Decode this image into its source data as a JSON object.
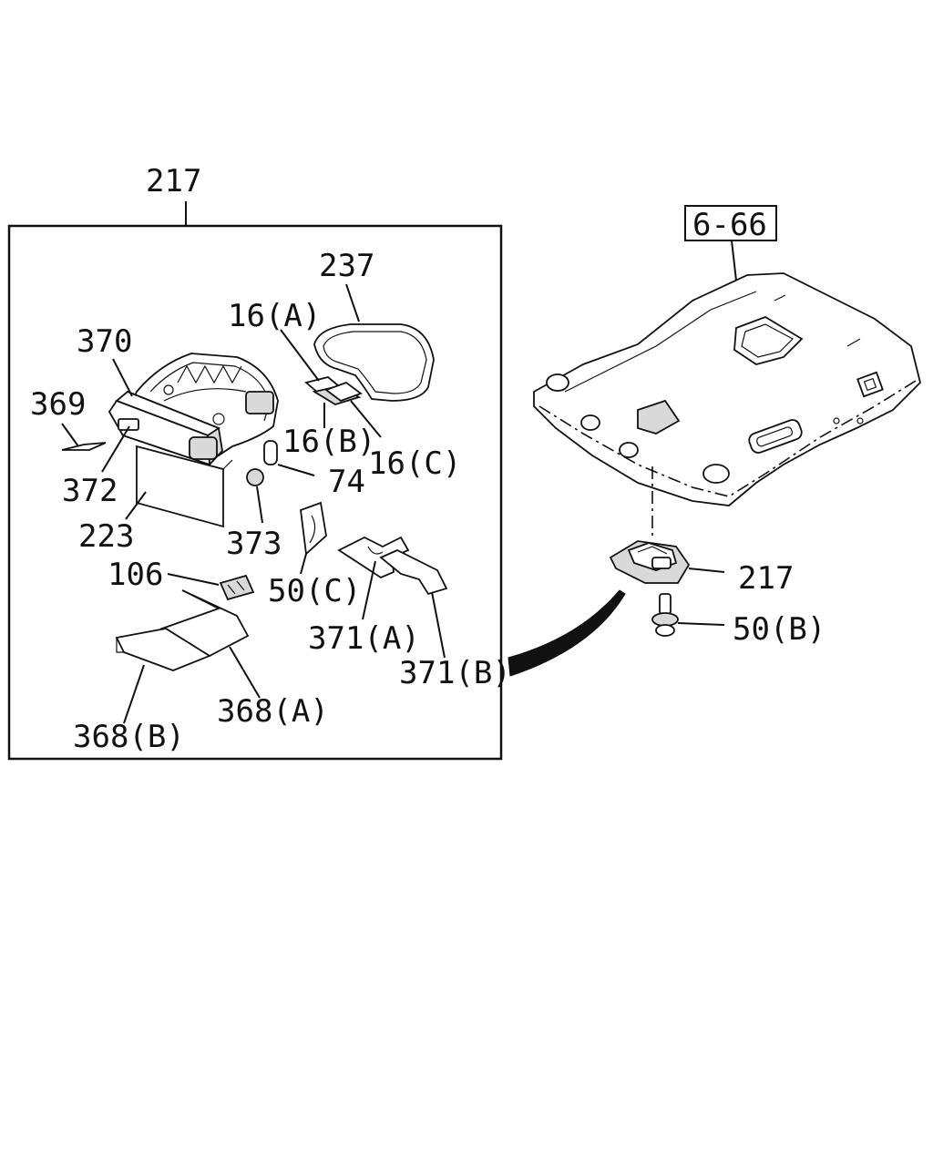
{
  "diagram": {
    "labels": {
      "assy_217_top": "217",
      "ref_6_66": "6-66",
      "p237": "237",
      "p16a": "16(A)",
      "p370": "370",
      "p369": "369",
      "p16b": "16(B)",
      "p16c": "16(C)",
      "p74": "74",
      "p372": "372",
      "p223": "223",
      "p373": "373",
      "p106": "106",
      "p50c": "50(C)",
      "p371a": "371(A)",
      "p371b": "371(B)",
      "p368a": "368(A)",
      "p368b": "368(B)",
      "p217_right": "217",
      "p50b": "50(B)"
    }
  }
}
